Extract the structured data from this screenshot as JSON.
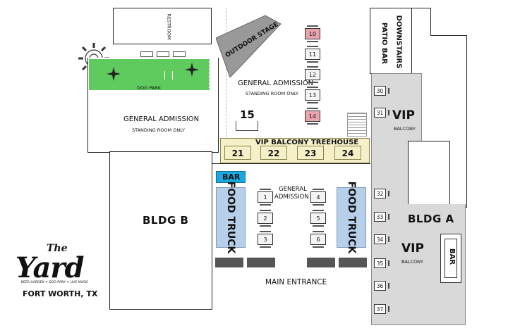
{
  "map": {
    "general_admission": "GENERAL ADMISSION",
    "standing_room": "STANDING ROOM ONLY",
    "general_admission_center_1": "GENERAL",
    "general_admission_center_2": "ADMISSION",
    "dog_park": "DOG PARK",
    "restroom": "RESTROOM",
    "outdoor_stage": "OUTDOOR STAGE",
    "downstairs_patio_bar_1": "DOWNSTAIRS",
    "downstairs_patio_bar_2": "PATIO BAR",
    "vip": "VIP",
    "balcony": "BALCONY",
    "vip_balcony_treehouse": "VIP BALCONY TREEHOUSE",
    "bar": "BAR",
    "food_truck": "FOOD TRUCK",
    "bldg_a": "BLDG A",
    "bldg_b": "BLDG B",
    "main_entrance": "MAIN ENTRANCE",
    "table_15": "15",
    "stage_tables": [
      "10",
      "11",
      "12",
      "13",
      "14"
    ],
    "balcony_tables": [
      "21",
      "22",
      "23",
      "24"
    ],
    "ga_tables_left": [
      "1",
      "2",
      "3"
    ],
    "ga_tables_right": [
      "4",
      "5",
      "6"
    ],
    "vip_upper": [
      "30",
      "31"
    ],
    "vip_lower": [
      "32",
      "33",
      "34",
      "35",
      "36",
      "37"
    ]
  },
  "logo": {
    "the": "The",
    "yard": "Yard",
    "tagline": "BEER GARDEN ✦ DOG PARK ✦ LIVE MUSIC",
    "location": "FORT WORTH, TX"
  },
  "colors": {
    "dog_park": "#5fcb5f",
    "balcony": "#f6f0c8",
    "food_truck": "#b7cfe8",
    "bar": "#19a8e0",
    "vip_area": "#d9d9d9",
    "highlight_table": "#eaa4ae"
  }
}
